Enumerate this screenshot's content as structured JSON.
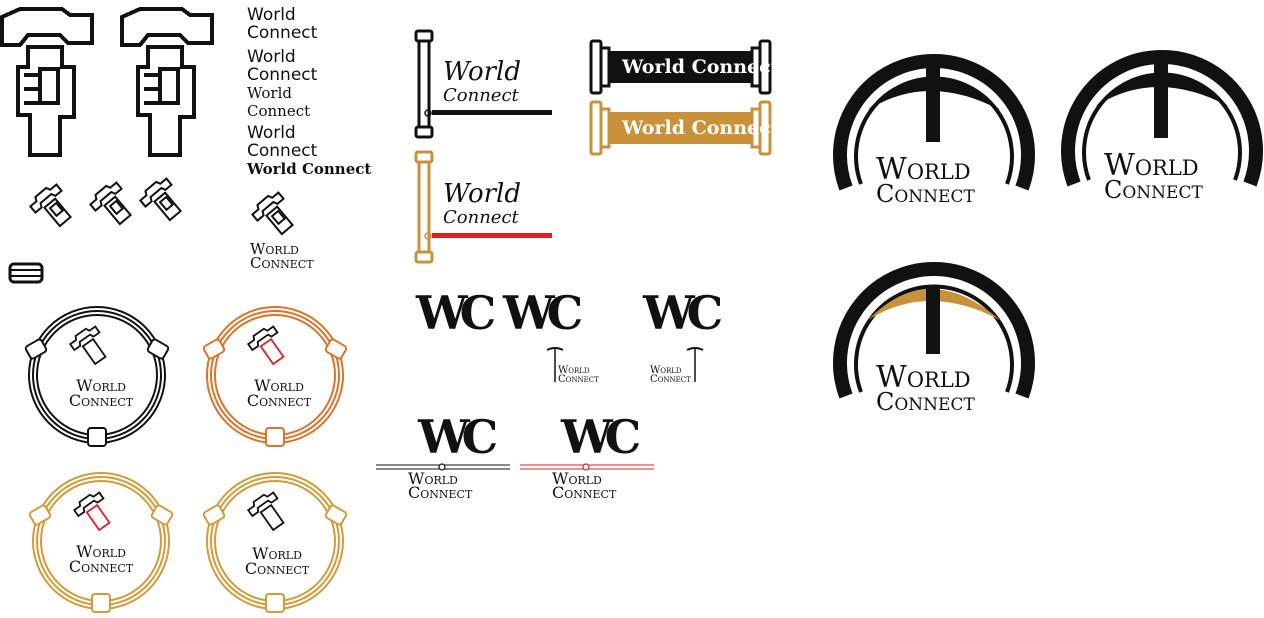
{
  "brand": {
    "word1": "World",
    "word2": "Connect",
    "full": "World Connect",
    "monogram": "WC"
  },
  "colors": {
    "black": "#111111",
    "orange": "#d9742b",
    "gold": "#d39a3a",
    "red": "#e02020",
    "banner_gold": "#c8913a"
  }
}
